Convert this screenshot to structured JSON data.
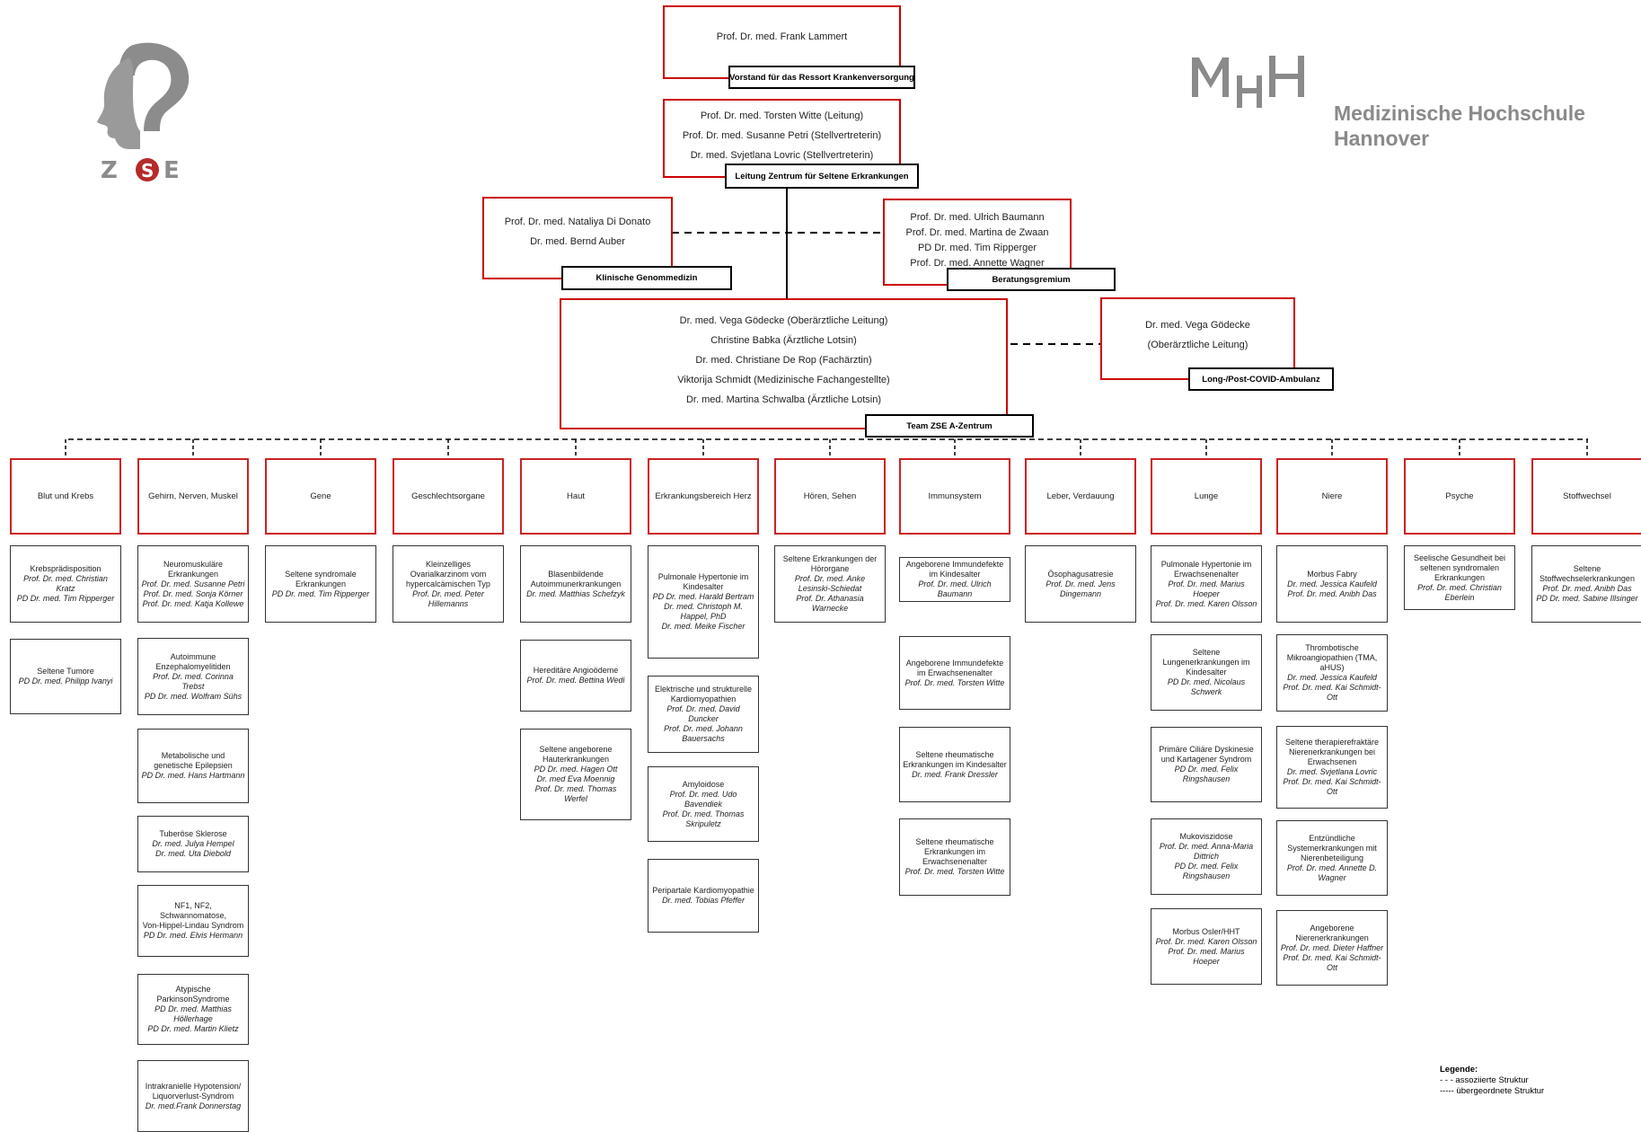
{
  "logos": {
    "zse_text": "ZSE",
    "mhh_letters": "MHH",
    "mhh_name_line1": "Medizinische Hochschule",
    "mhh_name_line2": "Hannover",
    "colors": {
      "zse_gray": "#8c8c8c",
      "zse_accent": "#b52b2b",
      "mhh_gray": "#8a8a8a"
    }
  },
  "top": {
    "name": "Prof. Dr. med. Frank Lammert",
    "tag": "Vorstand für das Ressort Krankenversorgung"
  },
  "leitung": {
    "lines": [
      "Prof. Dr. med. Torsten Witte (Leitung)",
      "Prof. Dr. med. Susanne Petri (Stellvertreterin)",
      "Dr. med. Svjetlana Lovric (Stellvertreterin)"
    ],
    "tag": "Leitung Zentrum für Seltene Erkrankungen"
  },
  "genom": {
    "lines": [
      "Prof. Dr. med. Nataliya Di Donato",
      "Dr. med. Bernd Auber"
    ],
    "tag": "Klinische Genommedizin"
  },
  "beratung": {
    "lines": [
      "Prof. Dr. med. Ulrich Baumann",
      "Prof. Dr. med. Martina de Zwaan",
      "PD Dr. med. Tim Ripperger",
      "Prof. Dr. med. Annette Wagner"
    ],
    "tag": "Beratungsgremium"
  },
  "team": {
    "lines": [
      "Dr. med. Vega Gödecke (Oberärztliche Leitung)",
      "Christine Babka (Ärztliche Lotsin)",
      "Dr. med. Christiane De Rop (Fachärztin)",
      "Viktorija Schmidt (Medizinische Fachangestellte)",
      "Dr. med. Martina Schwalba (Ärztliche Lotsin)"
    ],
    "tag": "Team ZSE A-Zentrum"
  },
  "covid": {
    "lines": [
      "Dr. med. Vega Gödecke",
      "(Oberärztliche Leitung)"
    ],
    "tag": "Long-/Post-COVID-Ambulanz"
  },
  "categories": [
    {
      "name": "Blut und Krebs",
      "subs": [
        {
          "t": "Krebsprädisposition",
          "p": "Prof. Dr. med. Christian Kratz\nPD Dr. med. Tim Ripperger"
        },
        {
          "t": "Seltene Tumore",
          "p": "PD Dr. med. Philipp Ivanyi"
        }
      ]
    },
    {
      "name": "Gehirn, Nerven, Muskel",
      "subs": [
        {
          "t": "Neuromuskuläre Erkrankungen",
          "p": "Prof. Dr. med. Susanne Petri\nProf. Dr. med. Sonja Körner\nProf. Dr. med. Katja Kollewe"
        },
        {
          "t": "Autoimmune Enzephalomyelitiden",
          "p": "Prof. Dr. med. Corinna Trebst\nPD Dr. med. Wolfram Sühs"
        },
        {
          "t": "Metabolische und genetische Epilepsien",
          "p": "PD Dr. med. Hans Hartmann"
        },
        {
          "t": "Tuberöse Sklerose",
          "p": "Dr. med. Julya Hempel\nDr. med. Uta Diebold"
        },
        {
          "t": "NF1, NF2, Schwannomatose,\nVon-Hippel-Lindau Syndrom",
          "p": "PD Dr. med.  Elvis Hermann"
        },
        {
          "t": "Atypische ParkinsonSyndrome",
          "p": "PD Dr. med. Matthias Höllerhage\nPD Dr. med. Martin Klietz"
        },
        {
          "t": "Intrakranielle Hypotension/ Liquorverlust-Syndrom",
          "p": "Dr. med.Frank Donnerstag"
        }
      ]
    },
    {
      "name": "Gene",
      "subs": [
        {
          "t": "Seltene syndromale Erkrankungen",
          "p": "PD Dr. med. Tim Ripperger"
        }
      ]
    },
    {
      "name": "Geschlechtsorgane",
      "subs": [
        {
          "t": "Kleinzelliges Ovarialkarzinom vom\nhypercalcämischen Typ",
          "p": "Prof. Dr. med. Peter Hillemanns"
        }
      ]
    },
    {
      "name": "Haut",
      "subs": [
        {
          "t": "Blasenbildende Autoimmunerkrankungen",
          "p": "Dr. med. Matthias Schefzyk"
        },
        {
          "t": "Hereditäre Angioödeme",
          "p": "Prof. Dr. med. Bettina Wedi"
        },
        {
          "t": "Seltene angeborene Hauterkrankungen",
          "p": "PD Dr. med. Hagen Ott\nDr. med Eva Moennig\nProf. Dr. med. Thomas Werfel"
        }
      ]
    },
    {
      "name": "Erkrankungsbereich Herz",
      "subs": [
        {
          "t": "Pulmonale Hypertonie im Kindesalter",
          "p": "PD Dr. med. Harald Bertram\nDr. med. Christoph M. Happel, PhD\nDr. med. Meike Fischer"
        },
        {
          "t": "Elektrische und strukturelle Kardiomyopathien",
          "p": "Prof. Dr. med. David Duncker\nProf. Dr. med. Johann Bauersachs"
        },
        {
          "t": "Amyloidose",
          "p": "Prof. Dr. med. Udo Bavendiek\nProf. Dr. med. Thomas Skripuletz"
        },
        {
          "t": "Peripartale Kardiomyopathie",
          "p": "Dr. med. Tobias Pfeffer"
        }
      ]
    },
    {
      "name": "Hören, Sehen",
      "subs": [
        {
          "t": "Seltene Erkrankungen der Hörorgane",
          "p": "Prof. Dr. med. Anke Lesinski-Schiedat\nProf. Dr. Athanasia Warnecke"
        }
      ]
    },
    {
      "name": "Immunsystem",
      "subs": [
        {
          "t": "Angeborene Immundefekte im Kindesalter",
          "p": "Prof. Dr. med. Ulrich Baumann"
        },
        {
          "t": "Angeborene Immundefekte im Erwachsenenalter",
          "p": "Prof. Dr. med. Torsten Witte"
        },
        {
          "t": "Seltene rheumatische Erkrankungen im Kindesalter",
          "p": "Dr. med. Frank Dressler"
        },
        {
          "t": "Seltene rheumatische Erkrankungen im Erwachsenenalter",
          "p": "Prof. Dr. med. Torsten Witte"
        }
      ]
    },
    {
      "name": "Leber, Verdauung",
      "subs": [
        {
          "t": "Ösophagusatresie",
          "p": "Prof. Dr. med. Jens Dingemann"
        }
      ]
    },
    {
      "name": "Lunge",
      "subs": [
        {
          "t": "Pulmonale Hypertonie im Erwachsenenalter",
          "p": "Prof. Dr. med. Marius Hoeper\nProf. Dr. med. Karen Olsson"
        },
        {
          "t": "Seltene Lungenerkrankungen im Kindesalter",
          "p": "PD Dr. med. Nicolaus Schwerk"
        },
        {
          "t": "Primäre Ciliäre Dyskinesie und Kartagener Syndrom",
          "p": "PD Dr. med. Felix Ringshausen"
        },
        {
          "t": "Mukoviszidose",
          "p": "Prof. Dr. med. Anna-Maria Dittrich\nPD Dr. med. Felix Ringshausen"
        },
        {
          "t": "Morbus Osler/HHT",
          "p": "Prof. Dr. med. Karen Olsson\nProf. Dr. med. Marius Hoeper"
        }
      ]
    },
    {
      "name": "Niere",
      "subs": [
        {
          "t": "Morbus Fabry",
          "p": "Dr. med. Jessica Kaufeld\nProf. Dr. med. Anibh Das"
        },
        {
          "t": "Thrombotische Mikroangiopathien (TMA, aHUS)",
          "p": "Dr. med. Jessica Kaufeld\nProf. Dr. med. Kai Schmidt-Ott"
        },
        {
          "t": "Seltene therapierefraktäre Nierenerkrankungen bei Erwachsenen",
          "p": "Dr. med. Svjetlana Lovric\nProf. Dr. med. Kai Schmidt-Ott"
        },
        {
          "t": "Entzündliche Systemerkrankungen mit Nierenbeteiligung",
          "p": "Prof. Dr. med. Annette D. Wagner"
        },
        {
          "t": "Angeborene Nierenerkrankungen",
          "p": "Prof. Dr. med. Dieter Haffner\nProf. Dr. med. Kai Schmidt-Ott"
        }
      ]
    },
    {
      "name": "Psyche",
      "subs": [
        {
          "t": "Seelische Gesundheit bei seltenen syndromalen Erkrankungen",
          "p": "Prof. Dr. med. Christian Eberlein"
        }
      ]
    },
    {
      "name": "Stoffwechsel",
      "subs": [
        {
          "t": "Seltene Stoffwechselerkrankungen",
          "p": "Prof. Dr. med. Anibh Das\nPD Dr. med. Sabine Illsinger"
        }
      ]
    }
  ],
  "legend": {
    "title": "Legende:",
    "dashed": "- - - assoziierte Struktur",
    "solid": "----- übergeordnete Struktur"
  }
}
